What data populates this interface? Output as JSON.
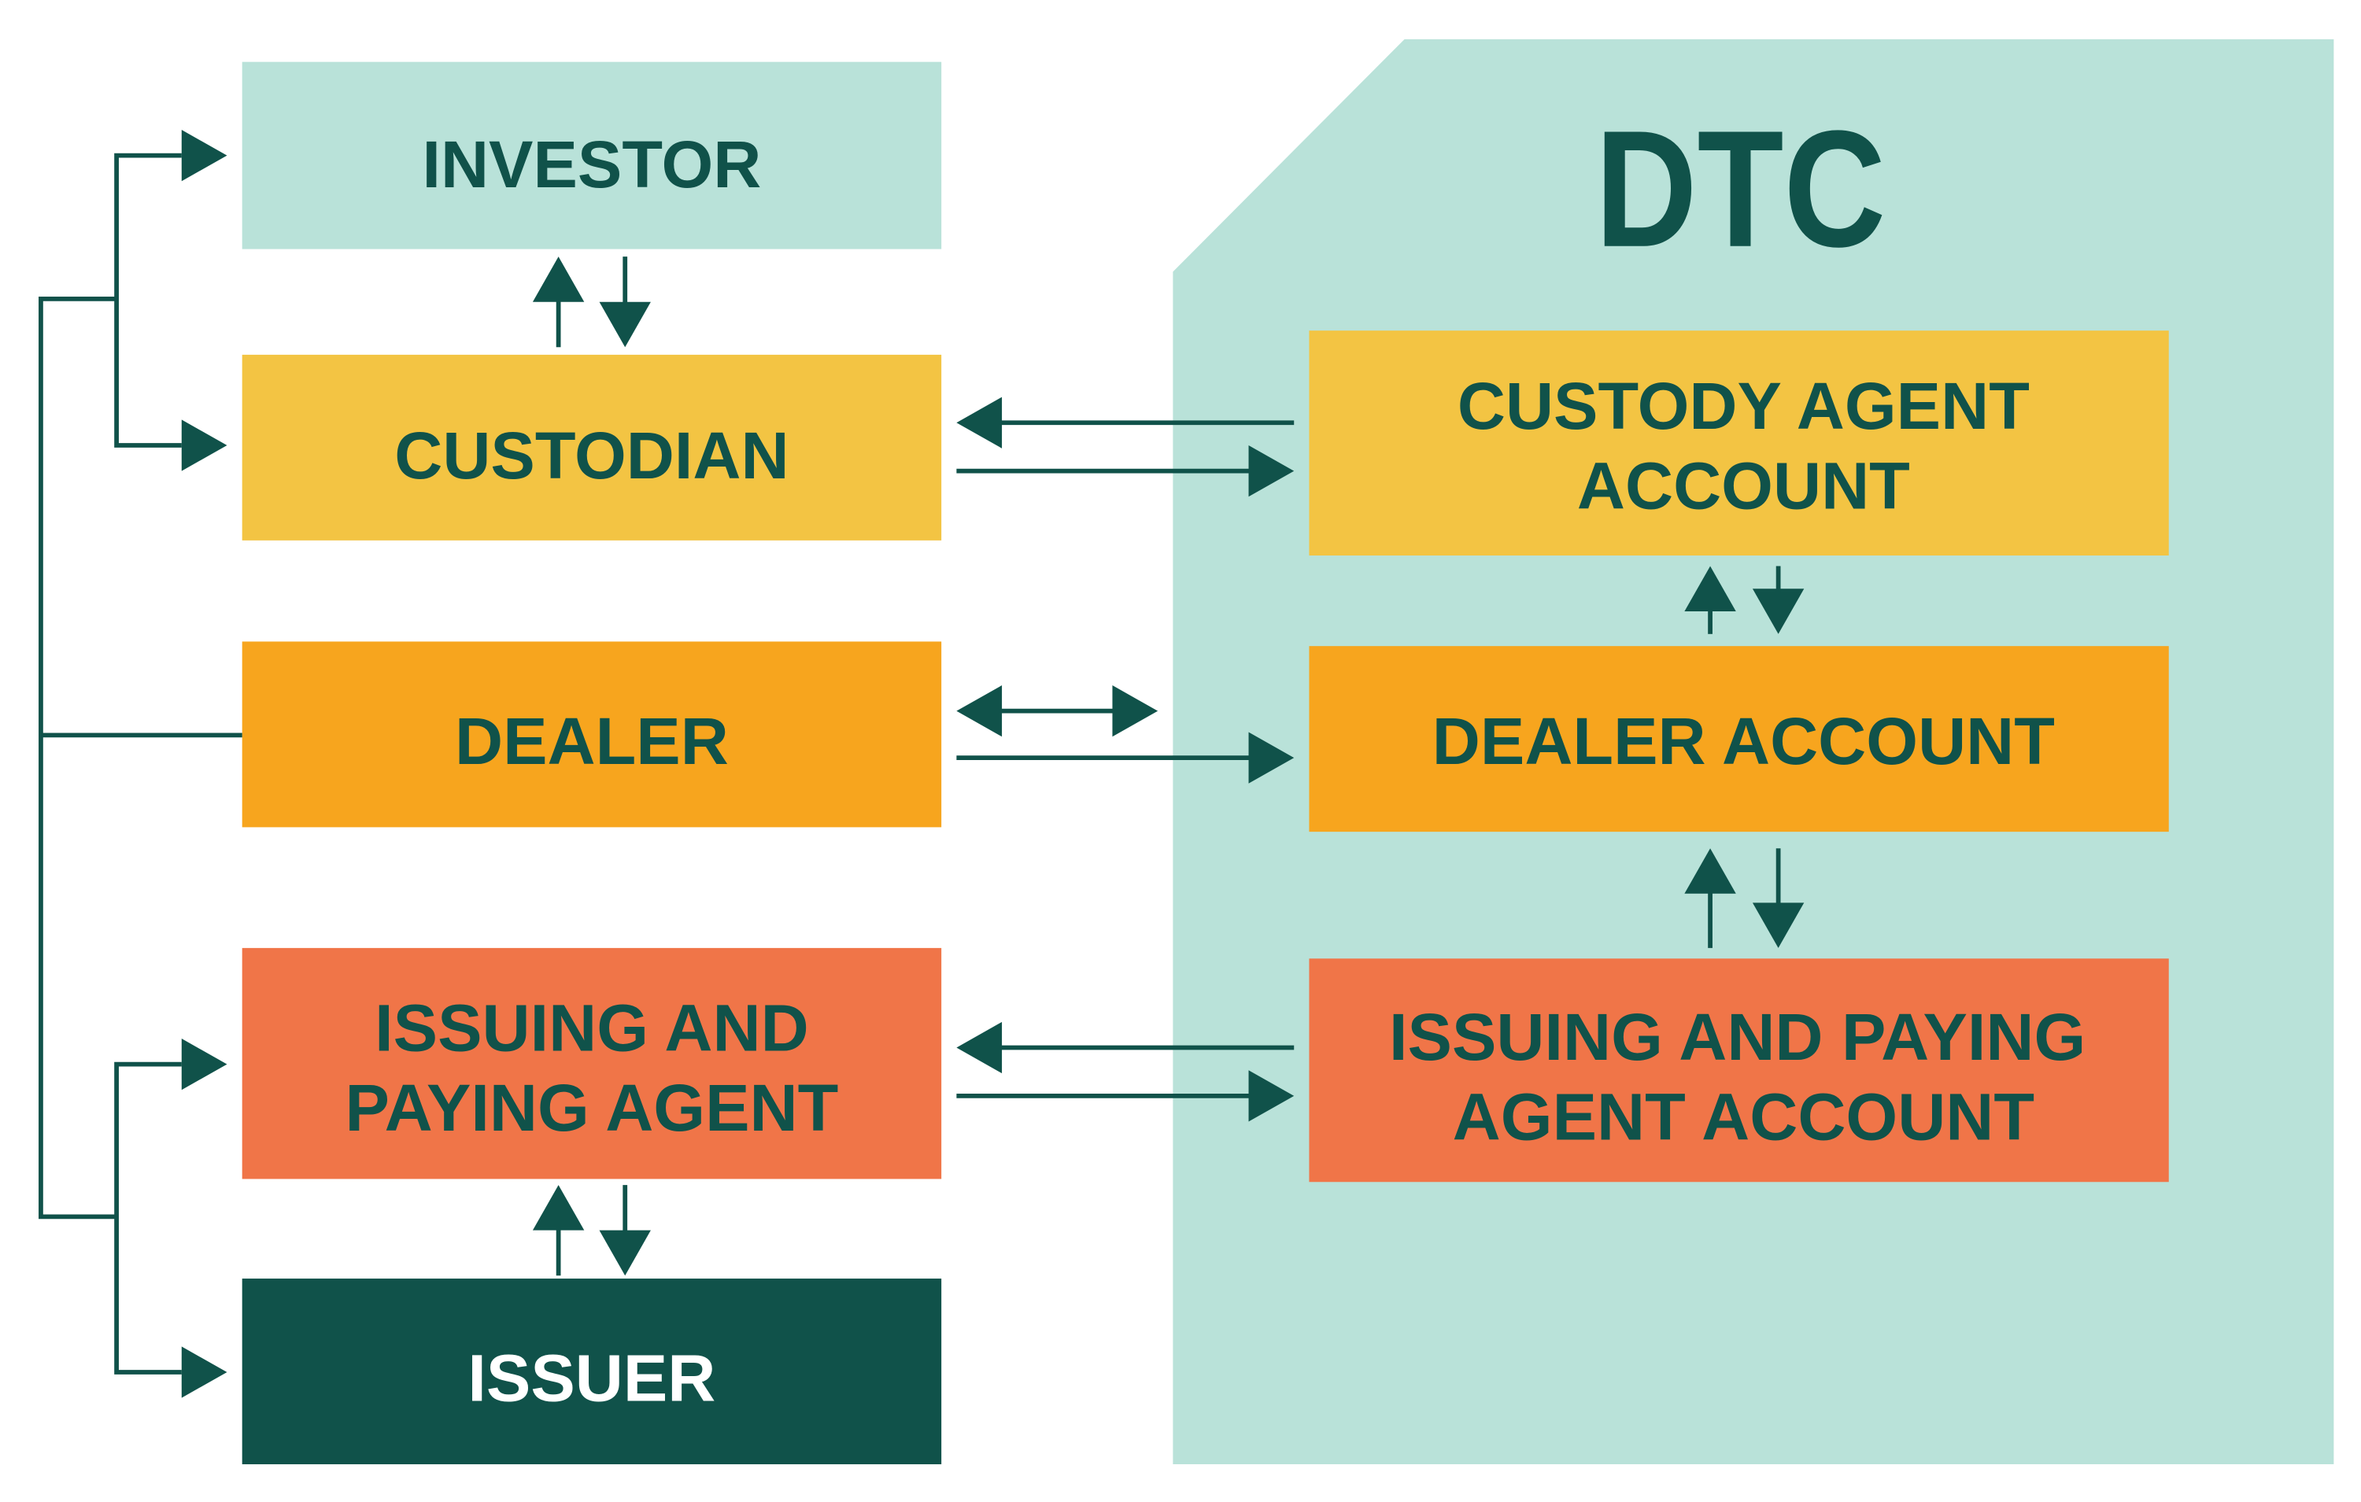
{
  "colors": {
    "light_teal": "#b9e2d9",
    "yellow": "#f3c443",
    "orange": "#f7a51e",
    "coral": "#f07548",
    "dark_green": "#10524a"
  },
  "dtc": {
    "title": "DTC"
  },
  "left_boxes": {
    "investor": "INVESTOR",
    "custodian": "CUSTODIAN",
    "dealer": "DEALER",
    "ipa_line1": "ISSUING AND",
    "ipa_line2": "PAYING AGENT",
    "issuer": "ISSUER"
  },
  "right_boxes": {
    "custody_line1": "CUSTODY AGENT",
    "custody_line2": "ACCOUNT",
    "dealer_account": "DEALER ACCOUNT",
    "ipa_account_line1": "ISSUING AND PAYING",
    "ipa_account_line2": "AGENT ACCOUNT"
  }
}
